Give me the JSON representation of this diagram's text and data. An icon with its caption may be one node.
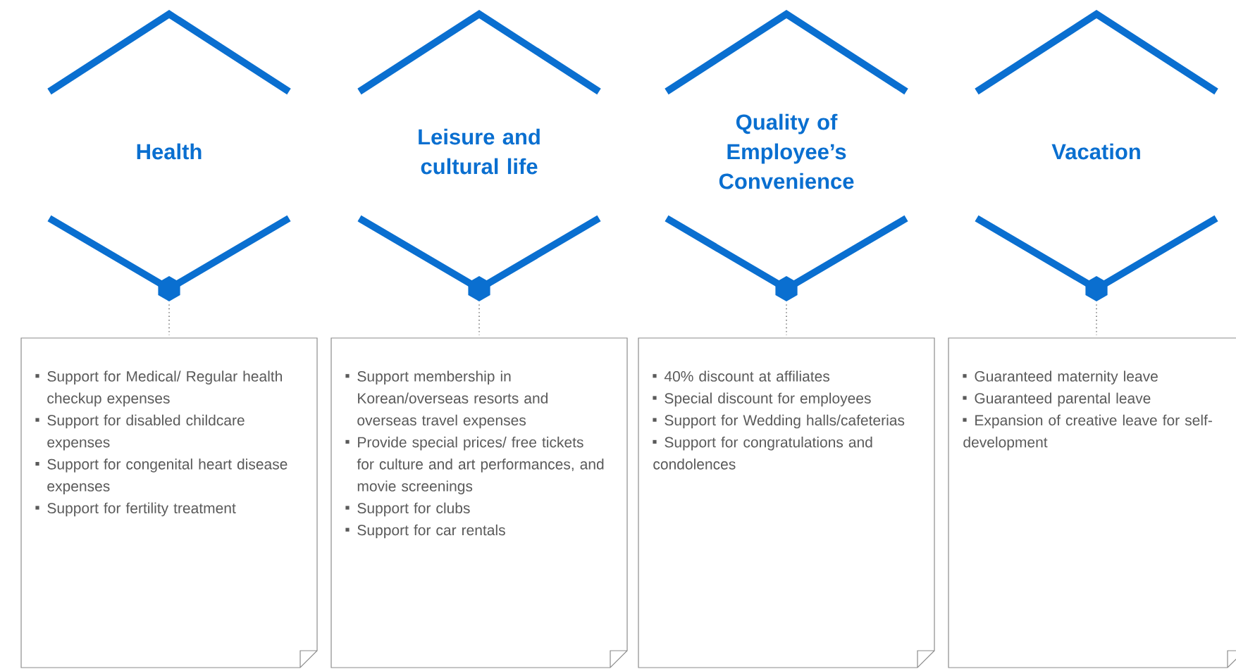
{
  "diagram": {
    "nodes": [
      {
        "text": [
          "Health"
        ]
      },
      {
        "text": [
          "Leisure and cultural life"
        ]
      },
      {
        "text": [
          "Quality of Employee’s Convenience"
        ]
      },
      {
        "text": [
          "Vacation"
        ]
      },
      {
        "text": [
          "Support for Medical/ Regular health checkup expenses",
          "Support for disabled childcare expenses",
          "Support for congenital heart disease expenses",
          "Support for fertility treatment"
        ]
      },
      {
        "text": [
          "Support membership in Korean/overseas resorts and overseas travel expenses",
          "Provide special prices/ free tickets for culture and art performances, and movie screenings",
          "Support for clubs",
          "Support for car rentals"
        ]
      },
      {
        "text": [
          "40% discount at affiliates",
          "Special discount for employees",
          "Support for Wedding halls/cafeterias",
          "Support for congratulations and condolences"
        ]
      },
      {
        "text": [
          "Guaranteed maternity leave",
          "Guaranteed parental leave",
          "Expansion of creative leave for self-development"
        ]
      }
    ],
    "edges": [
      {
        "from": 0,
        "to": 4,
        "arrow": "none",
        "style": "dashed"
      },
      {
        "from": 1,
        "to": 5,
        "arrow": "none",
        "style": "dashed"
      },
      {
        "from": 2,
        "to": 6,
        "arrow": "none",
        "style": "dashed"
      },
      {
        "from": 3,
        "to": 7,
        "arrow": "none",
        "style": "dashed"
      }
    ]
  }
}
